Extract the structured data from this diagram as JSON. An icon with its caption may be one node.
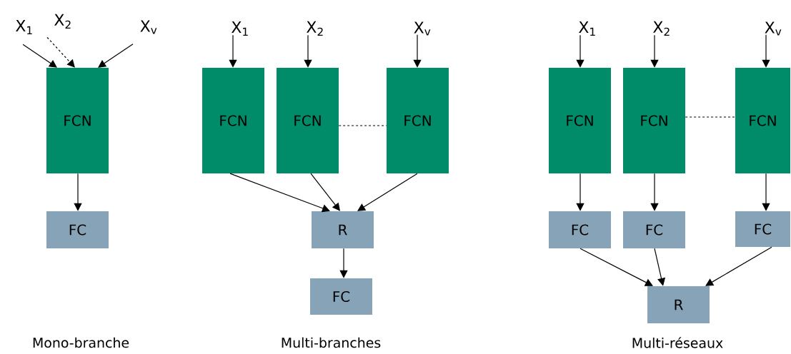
{
  "diagram": {
    "nodes": [
      {
        "text": [
          "X$_{1}$"
        ]
      },
      {
        "text": [
          "X$_{2}$"
        ]
      },
      {
        "text": [
          "X$_{v}$"
        ]
      },
      {
        "text": [
          "FCN"
        ]
      },
      {
        "text": [
          "FC"
        ]
      },
      {
        "text": [
          "X$_{1}$"
        ]
      },
      {
        "text": [
          "X$_{2}$"
        ]
      },
      {
        "text": [
          "X$_{v}$"
        ]
      },
      {
        "text": [
          "FCN"
        ]
      },
      {
        "text": [
          "FCN"
        ]
      },
      {
        "text": [
          "FCN"
        ]
      },
      {
        "text": [
          "R"
        ]
      },
      {
        "text": [
          "FC"
        ]
      },
      {
        "text": [
          "X$_{1}$"
        ]
      },
      {
        "text": [
          "X$_{2}$"
        ]
      },
      {
        "text": [
          "X$_{v}$"
        ]
      },
      {
        "text": [
          "FCN"
        ]
      },
      {
        "text": [
          "FCN"
        ]
      },
      {
        "text": [
          "FCN"
        ]
      },
      {
        "text": [
          "FC"
        ]
      },
      {
        "text": [
          "FC"
        ]
      },
      {
        "text": [
          "FC"
        ]
      },
      {
        "text": [
          "R"
        ]
      }
    ],
    "edges": [
      {
        "from": 0,
        "to": 3,
        "arrow": "to"
      },
      {
        "from": 1,
        "to": 3,
        "arrow": "to",
        "style": "dashed"
      },
      {
        "from": 2,
        "to": 3,
        "arrow": "to"
      },
      {
        "from": 3,
        "to": 4,
        "arrow": "to"
      },
      {
        "from": 5,
        "to": 8,
        "arrow": "to"
      },
      {
        "from": 6,
        "to": 9,
        "arrow": "to"
      },
      {
        "from": 7,
        "to": 10,
        "arrow": "to"
      },
      {
        "from": 9,
        "to": 10,
        "arrow": "none",
        "style": "dashed"
      },
      {
        "from": 8,
        "to": 11,
        "arrow": "to"
      },
      {
        "from": 9,
        "to": 11,
        "arrow": "to"
      },
      {
        "from": 10,
        "to": 11,
        "arrow": "to"
      },
      {
        "from": 11,
        "to": 12,
        "arrow": "to"
      },
      {
        "from": 13,
        "to": 16,
        "arrow": "to"
      },
      {
        "from": 14,
        "to": 17,
        "arrow": "to"
      },
      {
        "from": 15,
        "to": 18,
        "arrow": "to"
      },
      {
        "from": 17,
        "to": 18,
        "arrow": "none",
        "style": "dashed"
      },
      {
        "from": 16,
        "to": 19,
        "arrow": "to"
      },
      {
        "from": 17,
        "to": 20,
        "arrow": "to"
      },
      {
        "from": 18,
        "to": 21,
        "arrow": "to"
      },
      {
        "from": 19,
        "to": 22,
        "arrow": "to"
      },
      {
        "from": 20,
        "to": 22,
        "arrow": "to"
      },
      {
        "from": 21,
        "to": 22,
        "arrow": "to"
      }
    ],
    "labels": [
      "Mono-branche",
      "Multi-branches",
      "Multi-réseaux"
    ]
  }
}
